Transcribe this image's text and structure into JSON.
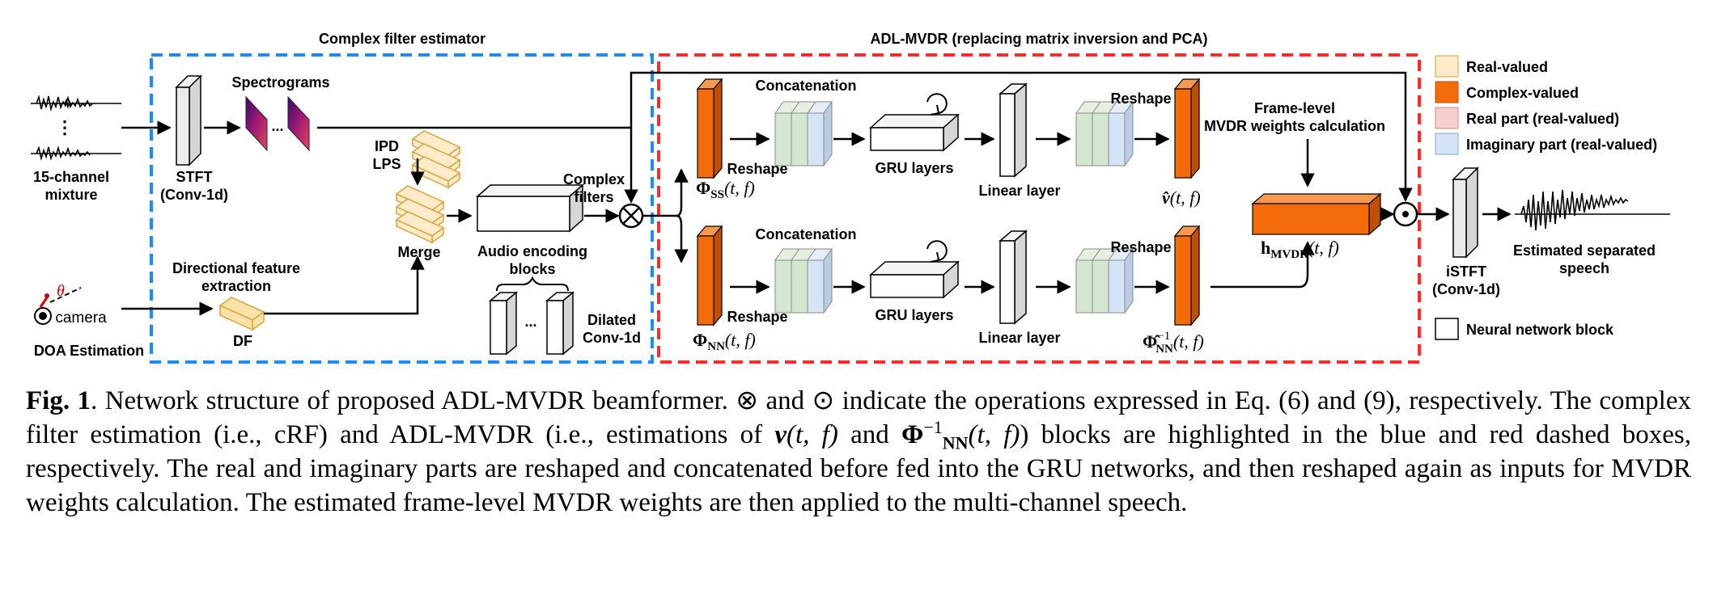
{
  "colors": {
    "real_valued": "#fdebc9",
    "complex_valued": "#f46c0a",
    "real_part": "#f8cfcf",
    "imag_part": "#d5e5f7",
    "green_block": "#d4e7cf",
    "blue_dash": "#1a8cff",
    "red_dash": "#ff2a2a",
    "df_block": "#ffe2a8"
  },
  "diagram": {
    "blue_title": "Complex filter estimator",
    "red_title": "ADL-MVDR (replacing matrix inversion and PCA)",
    "mixture_label": [
      "15-channel",
      "mixture"
    ],
    "mixture_dots": "⋮",
    "stft_label": [
      "STFT",
      "(Conv-1d)"
    ],
    "spectrograms_label": "Spectrograms",
    "spectrogram_dots": "...",
    "ipd_lps_label": [
      "IPD",
      "LPS"
    ],
    "merge_label": "Merge",
    "audio_encoding_label": [
      "Audio encoding",
      "blocks"
    ],
    "dilated_label": [
      "Dilated",
      "Conv-1d"
    ],
    "dilated_dots": "...",
    "complex_filters_label": [
      "Complex",
      "filters"
    ],
    "directional_label": [
      "Directional feature",
      "extraction"
    ],
    "df_label": "DF",
    "camera_label": "camera",
    "theta": "θ",
    "doa_label": "DOA Estimation",
    "upper_branch": {
      "concat": "Concatenation",
      "reshape_left": "Reshape",
      "gru": "GRU layers",
      "linear": "Linear layer",
      "reshape_right": "Reshape",
      "phi_symbol": "Φ",
      "phi_sub": "SS",
      "phi_args": "(t, f)",
      "v_symbol": "v̂",
      "v_args": "(t, f)"
    },
    "lower_branch": {
      "concat": "Concatenation",
      "reshape_left": "Reshape",
      "gru": "GRU layers",
      "linear": "Linear layer",
      "reshape_right": "Reshape",
      "phi_symbol": "Φ",
      "phi_sub": "NN",
      "phi_args": "(t, f)",
      "phi_hat_symbol": "Φ̂",
      "phi_hat_sub": "NN",
      "phi_hat_sup": "−1",
      "phi_hat_args": "(t, f)"
    },
    "frame_level_label": [
      "Frame-level",
      "MVDR weights calculation"
    ],
    "h_symbol": "h",
    "h_sub": "MVDR",
    "h_args": "(t, f)",
    "otimes": "⊗",
    "odot": "⊙",
    "istft_label": [
      "iSTFT",
      "(Conv-1d)"
    ],
    "output_label": [
      "Estimated separated",
      "speech"
    ],
    "legend": [
      {
        "label": "Real-valued",
        "color": "#fdebc9"
      },
      {
        "label": "Complex-valued",
        "color": "#f46c0a"
      },
      {
        "label": "Real part (real-valued)",
        "color": "#f8cfcf"
      },
      {
        "label": "Imaginary part (real-valued)",
        "color": "#d5e5f7"
      }
    ],
    "legend_nn": "Neural network block"
  },
  "caption": {
    "fig_label": "Fig. 1",
    "p1": ". Network structure of proposed ADL-MVDR beamformer. ",
    "otimes": "⊗",
    "p2": " and ",
    "odot": "⊙",
    "p3": " indicate the operations expressed in Eq. (6) and (9), respectively. The complex filter estimation (i.e., cRF) and ADL-MVDR (i.e., estimations of ",
    "v": "v",
    "p4": "(t, f)",
    "p5": " and ",
    "phi": "Φ",
    "phi_sup": "−1",
    "phi_sub": "NN",
    "p6": "(t, f)",
    "p7": ") blocks are highlighted in the blue and red dashed boxes, respectively. The real and imaginary parts are reshaped and concatenated before fed into the GRU networks, and then reshaped again as inputs for MVDR weights calculation.  The estimated frame-level MVDR weights are then applied to the multi-channel speech."
  }
}
